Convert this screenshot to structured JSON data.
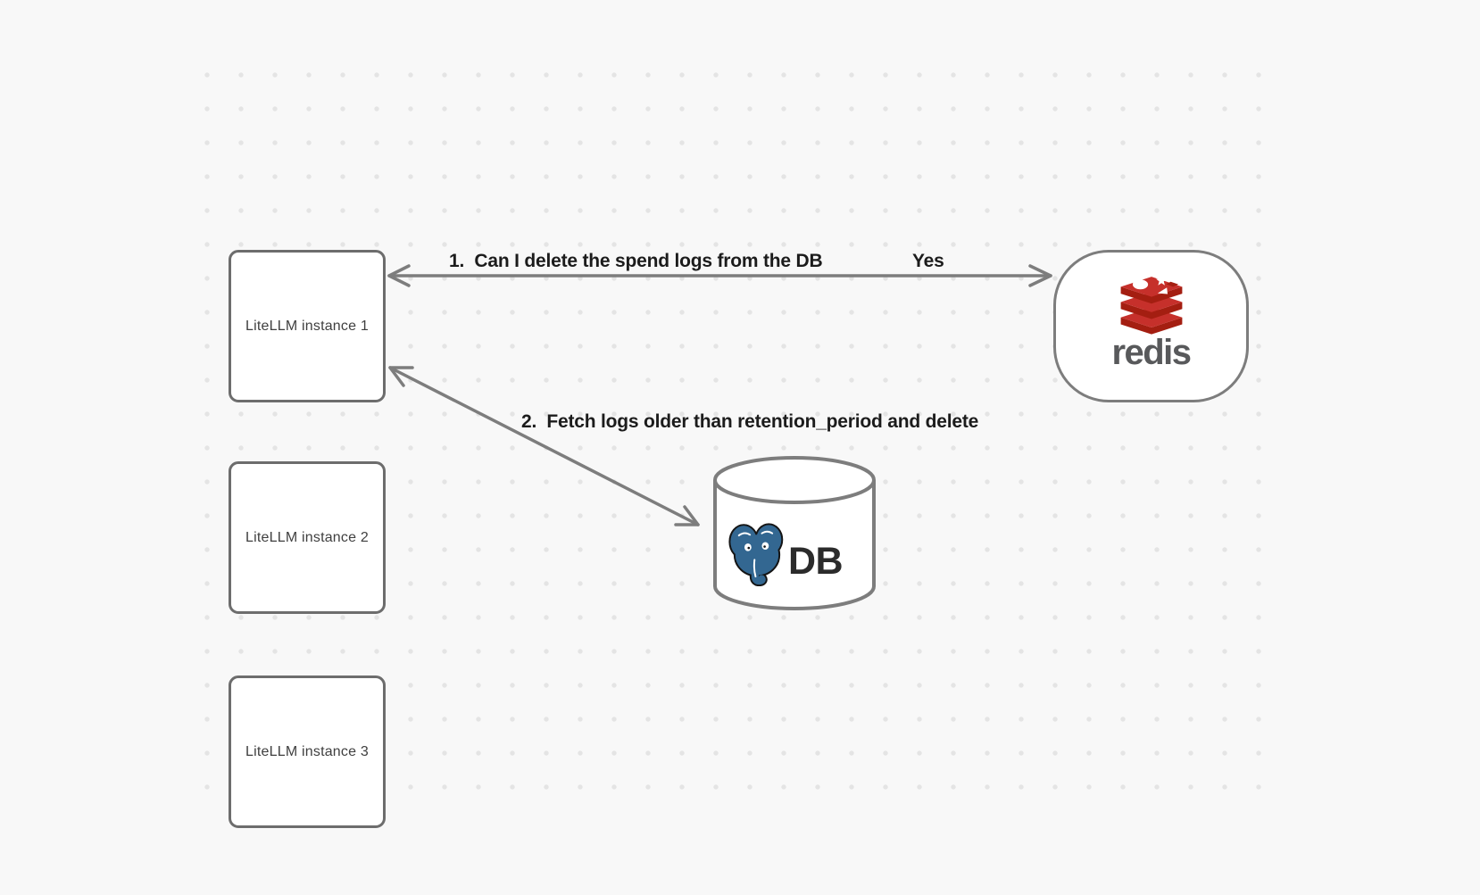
{
  "colors": {
    "background": "#f8f8f8",
    "dot": "#e4e4e4",
    "node_fill": "#ffffff",
    "node_border": "#6d6d6d",
    "connector": "#7d7d7d",
    "label_text": "#1c1c1c",
    "node_label_text": "#3f3f3f",
    "redis_red": "#c6302b",
    "redis_dark_red": "#a41e11",
    "redis_wordmark": "#58595b",
    "postgres_blue": "#336791",
    "db_text": "#2b2b2b"
  },
  "nodes": {
    "litellm_instances": [
      {
        "label": "LiteLLM instance 1"
      },
      {
        "label": "LiteLLM instance 2"
      },
      {
        "label": "LiteLLM instance 3"
      }
    ],
    "redis": {
      "label": "redis",
      "icon": "redis-logo-icon"
    },
    "database": {
      "label": "DB",
      "shape": "cylinder",
      "icon": "postgresql-elephant-icon"
    }
  },
  "arrows": [
    {
      "label": "1.  Can I delete the spend logs from the DB",
      "response_label": "Yes",
      "from": "LiteLLM instance 1",
      "to": "redis",
      "arrowheads": "both"
    },
    {
      "label": "2.  Fetch logs older than retention_period and delete",
      "from": "LiteLLM instance 1",
      "to": "DB",
      "arrowheads": "both"
    }
  ]
}
